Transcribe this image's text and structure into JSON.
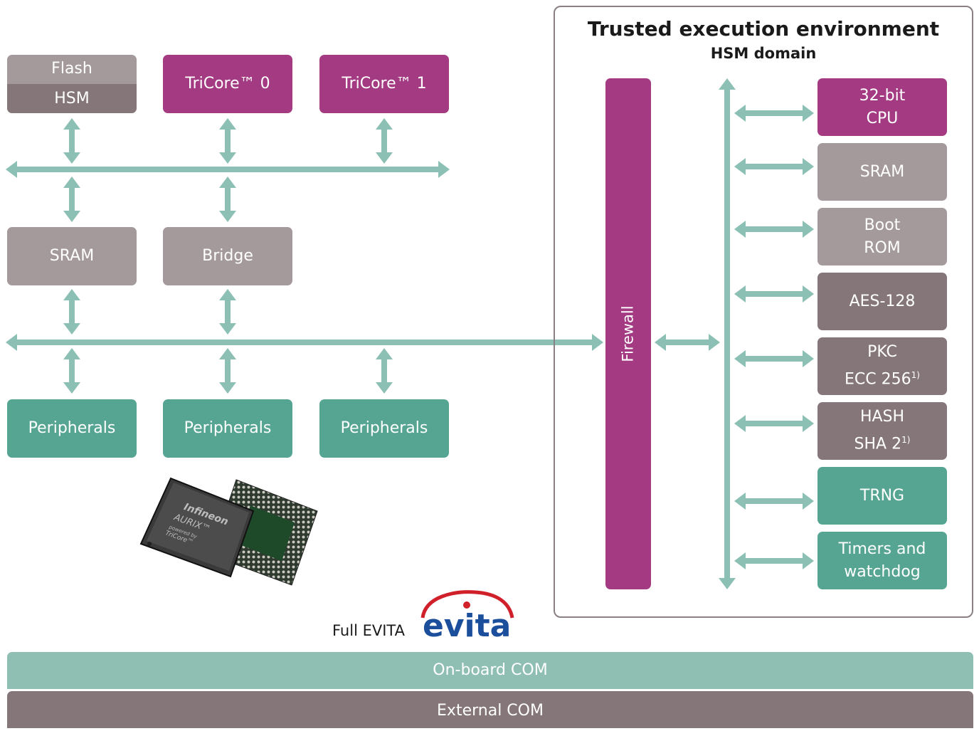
{
  "colors": {
    "magenta": "#a33a82",
    "grey": "#a59a9b",
    "dark": "#857779",
    "teal": "#56a593",
    "arrow": "#8dc0b4",
    "onboard": "#8fbfb3",
    "external": "#857779"
  },
  "left": {
    "flash_label": "Flash",
    "hsm_label": "HSM",
    "tricore0_label": "TriCore™ 0",
    "tricore1_label": "TriCore™ 1",
    "sram_label": "SRAM",
    "bridge_label": "Bridge",
    "peripherals": [
      "Peripherals",
      "Peripherals",
      "Peripherals"
    ]
  },
  "tee": {
    "title": "Trusted execution environment",
    "subtitle": "HSM domain",
    "firewall_label": "Firewall",
    "modules": [
      {
        "line1": "32-bit",
        "line2": "CPU",
        "sup": ""
      },
      {
        "line1": "SRAM",
        "line2": "",
        "sup": ""
      },
      {
        "line1": "Boot",
        "line2": "ROM",
        "sup": ""
      },
      {
        "line1": "AES-128",
        "line2": "",
        "sup": ""
      },
      {
        "line1": "PKC",
        "line2": "ECC 256",
        "sup": "1)"
      },
      {
        "line1": "HASH",
        "line2": "SHA 2",
        "sup": "1)"
      },
      {
        "line1": "TRNG",
        "line2": "",
        "sup": ""
      },
      {
        "line1": "Timers and",
        "line2": "watchdog",
        "sup": ""
      }
    ]
  },
  "chip": {
    "brand": "Infineon",
    "product": "AURIX™",
    "powered": "powered by",
    "core": "TriCore™"
  },
  "evita": {
    "label": "Full EVITA",
    "logo_text": "evita"
  },
  "com": {
    "onboard_label": "On-board COM",
    "external_label": "External COM"
  }
}
